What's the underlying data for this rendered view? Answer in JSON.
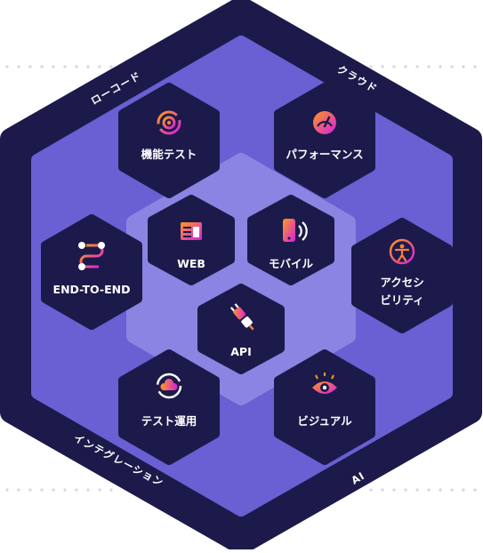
{
  "ring_labels": {
    "top_left": "ローコード",
    "top_right": "クラウド",
    "bottom_left": "インテグレーション",
    "bottom_right": "AI"
  },
  "outer_items": [
    {
      "label": "機能テスト",
      "icon": "gear-cycle-icon"
    },
    {
      "label": "パフォーマンス",
      "icon": "speedometer-icon"
    },
    {
      "label": "END-TO-END",
      "icon": "flow-path-icon"
    },
    {
      "label": "アクセシ",
      "label2": "ビリティ",
      "icon": "accessibility-icon"
    },
    {
      "label": "テスト運用",
      "icon": "cloud-sync-icon"
    },
    {
      "label": "ビジュアル",
      "icon": "eye-icon"
    }
  ],
  "inner_items": [
    {
      "label": "WEB",
      "icon": "web-layout-icon"
    },
    {
      "label": "モバイル",
      "icon": "mobile-phone-icon"
    },
    {
      "label": "API",
      "icon": "plug-icon"
    }
  ],
  "colors": {
    "dark_navy": "#1c1a4a",
    "ring_purple": "#6a5fd3",
    "inner_light": "#8c84e2",
    "accent_orange": "#ff8a1e",
    "accent_magenta": "#d22be0"
  }
}
